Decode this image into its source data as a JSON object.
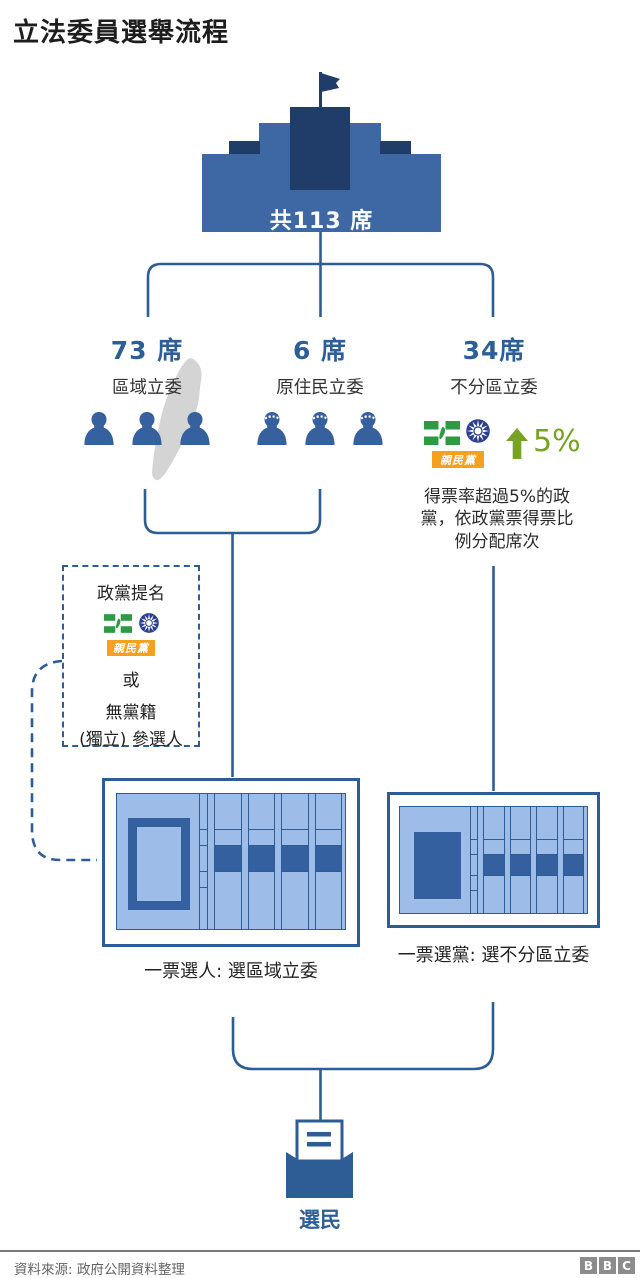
{
  "title": "立法委員選舉流程",
  "building": {
    "total_label": "共113 席"
  },
  "columns": [
    {
      "seats": "73 席",
      "label": "區域立委"
    },
    {
      "seats": "6 席",
      "label": "原住民立委"
    },
    {
      "seats": "34席",
      "label": "不分區立委"
    }
  ],
  "threshold": {
    "value": "5%",
    "note_lines": [
      "得票率超過5%的政",
      "黨，依政黨票得票比",
      "例分配席次"
    ]
  },
  "nomination": {
    "title": "政黨提名",
    "or": "或",
    "independent_line1": "無黨籍",
    "independent_line2": "(獨立) 參選人"
  },
  "parties": {
    "pfp_label": "親民黨"
  },
  "ballots": [
    {
      "caption": "一票選人: 選區域立委"
    },
    {
      "caption": "一票選黨: 選不分區立委"
    }
  ],
  "voter_label": "選民",
  "footer": {
    "source": "資料來源: 政府公開資料整理",
    "bbc": [
      "B",
      "B",
      "C"
    ]
  },
  "icons": {
    "legislature": "building-icon",
    "district_member": "person-icon",
    "indigenous_member": "person-headband-icon",
    "dpp": "dpp-flag-icon",
    "kmt": "kmt-sun-icon",
    "pfp": "pfp-logo-icon",
    "threshold_arrow": "arrow-up-icon",
    "taiwan": "taiwan-map-icon",
    "ballot_box": "ballot-box-icon"
  },
  "colors": {
    "flow_line_blue": "#2e5d96",
    "building_blue": "#3e68a3",
    "building_navy": "#203c69",
    "heading_blue": "#2c5f97",
    "ballot_light_blue": "#9dbde8",
    "ballot_dark_blue": "#35609f",
    "threshold_green": "#76a324",
    "dpp_green": "#2f9a44",
    "kmt_navy": "#2b3f8f",
    "pfp_orange": "#f6a01e",
    "map_gray": "#d4d4d4"
  }
}
